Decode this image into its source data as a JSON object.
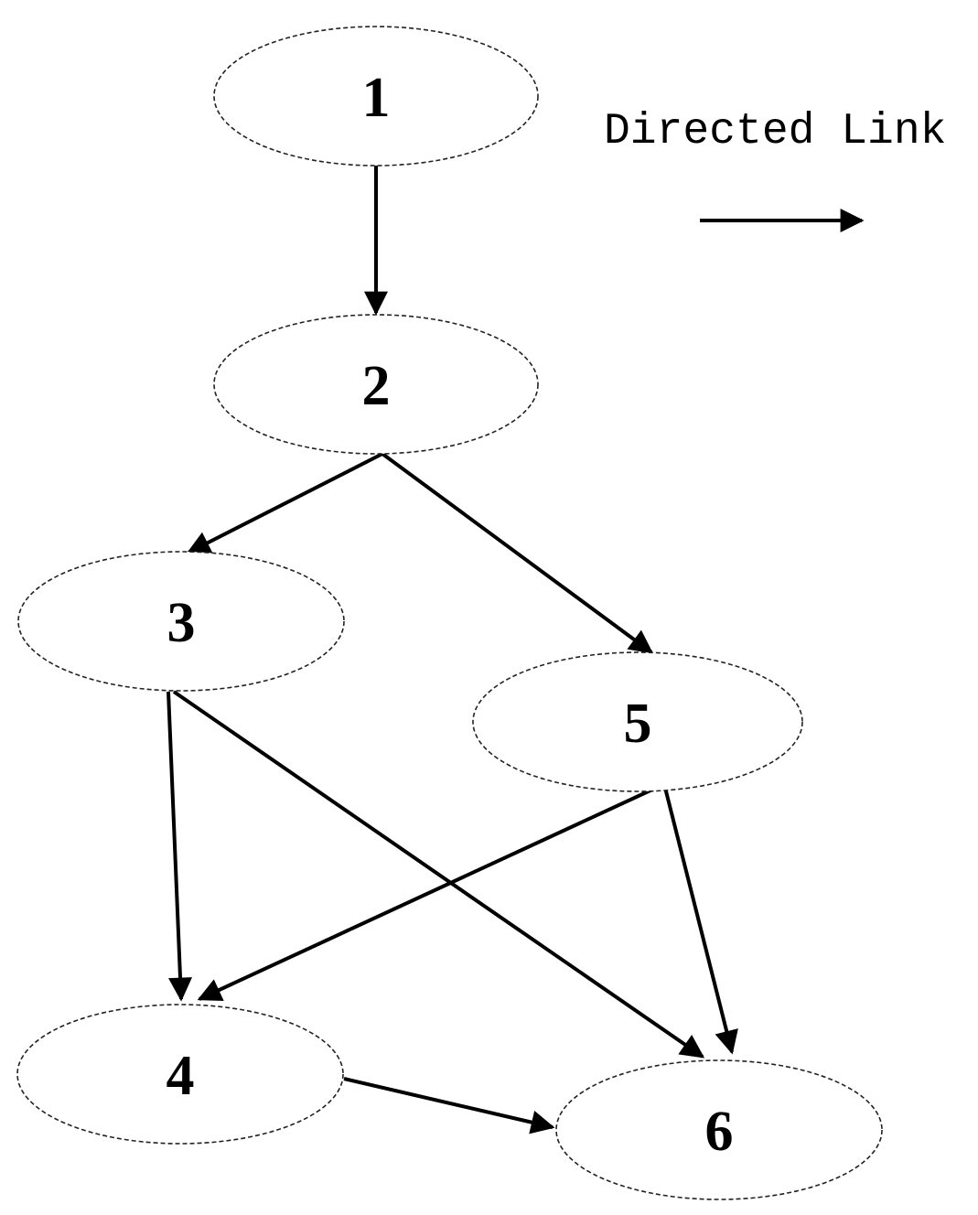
{
  "legend": {
    "label": "Directed Link"
  },
  "nodes": [
    {
      "id": "1",
      "label": "1"
    },
    {
      "id": "2",
      "label": "2"
    },
    {
      "id": "3",
      "label": "3"
    },
    {
      "id": "4",
      "label": "4"
    },
    {
      "id": "5",
      "label": "5"
    },
    {
      "id": "6",
      "label": "6"
    }
  ],
  "edges": [
    {
      "from": "1",
      "to": "2"
    },
    {
      "from": "2",
      "to": "3"
    },
    {
      "from": "2",
      "to": "5"
    },
    {
      "from": "3",
      "to": "4"
    },
    {
      "from": "3",
      "to": "6"
    },
    {
      "from": "5",
      "to": "4"
    },
    {
      "from": "5",
      "to": "6"
    },
    {
      "from": "4",
      "to": "6"
    }
  ]
}
